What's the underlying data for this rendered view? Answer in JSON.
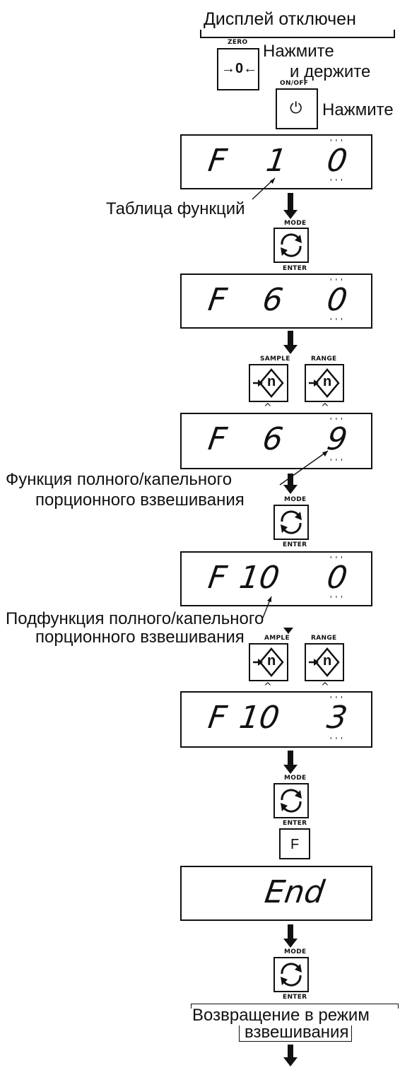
{
  "top": {
    "display_off": "Дисплей отключен"
  },
  "zero_button": {
    "label": "ZERO",
    "symbol": "→0←"
  },
  "press_and_hold": {
    "line1": "Нажмите",
    "line2": "и держите"
  },
  "onoff_button": {
    "label": "ON/OFF",
    "symbol": "⏻"
  },
  "press": "Нажмите",
  "lcd1": {
    "a": "F",
    "b": "1",
    "c": "0"
  },
  "function_table": "Таблица функций",
  "mode_button": {
    "top": "MODE",
    "bottom": "ENTER"
  },
  "lcd2": {
    "a": "F",
    "b": "6",
    "c": "0"
  },
  "sample_button": {
    "label": "SAMPLE",
    "glyph": "n"
  },
  "range_button": {
    "label": "RANGE",
    "glyph": "n"
  },
  "lcd3": {
    "a": "F",
    "b": "6",
    "c": "9"
  },
  "full_drip_function": {
    "line1": "Функция полного/капельного",
    "line2": "порционного взвешивания"
  },
  "lcd4": {
    "a": "F",
    "b": "10",
    "c": "0"
  },
  "full_drip_subfunction": {
    "line1": "Подфункция полного/капельного",
    "line2": "порционного взвешивания"
  },
  "sample_button_2_label": "AMPLE",
  "lcd5": {
    "a": "F",
    "b": "10",
    "c": "3"
  },
  "f_button": {
    "label": "F"
  },
  "lcd6": {
    "text": "End"
  },
  "return_to_weighing": {
    "line1": "Возвращение в режим",
    "line2": "взвешивания"
  }
}
